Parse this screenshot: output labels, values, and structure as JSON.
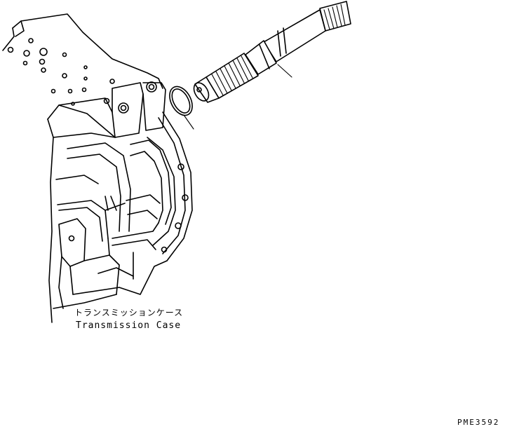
{
  "labels": {
    "case_jp": "トランスミッションケース",
    "case_en": "Transmission Case"
  },
  "figure_code": "PME3592"
}
